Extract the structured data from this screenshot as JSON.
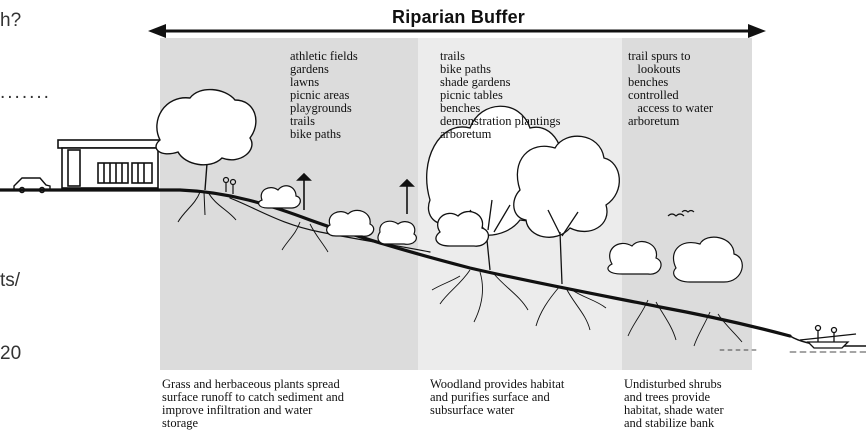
{
  "title": "Riparian Buffer",
  "edge_fragments": [
    "h?",
    ".......",
    "ts/",
    "20"
  ],
  "zones": [
    {
      "uses": [
        "athletic fields",
        "gardens",
        "lawns",
        "picnic areas",
        "playgrounds",
        "trails",
        "bike paths"
      ],
      "description": "Grass and herbaceous plants spread\nsurface runoff to catch sediment and\nimprove infiltration and water\nstorage"
    },
    {
      "uses": [
        "trails",
        "bike paths",
        "shade gardens",
        "picnic tables",
        "benches",
        "demonstration plantings",
        "arboretum"
      ],
      "description": "Woodland provides habitat\nand purifies surface and\nsubsurface water"
    },
    {
      "uses": [
        "trail spurs to",
        "   lookouts",
        "benches",
        "controlled",
        "   access to water",
        "arboretum"
      ],
      "description": "Undisturbed shrubs\nand trees provide\nhabitat, shade water\nand stabilize bank"
    }
  ],
  "colors": {
    "zone_dark": "#dcdcdc",
    "zone_light": "#ececec",
    "ink": "#111111"
  }
}
